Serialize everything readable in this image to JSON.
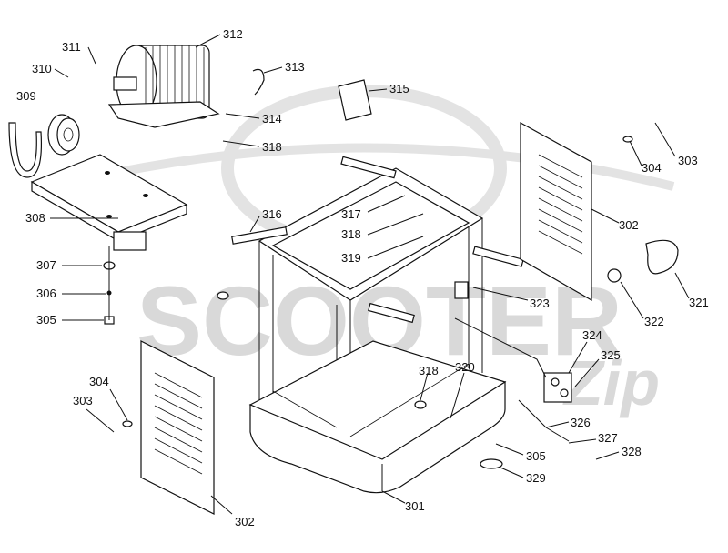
{
  "watermark": {
    "text": "SCOOTER",
    "script": "Zip"
  },
  "callouts": [
    {
      "id": "c311",
      "text": "311"
    },
    {
      "id": "c312",
      "text": "312"
    },
    {
      "id": "c310",
      "text": "310"
    },
    {
      "id": "c313",
      "text": "313"
    },
    {
      "id": "c309",
      "text": "309"
    },
    {
      "id": "c315",
      "text": "315"
    },
    {
      "id": "c314",
      "text": "314"
    },
    {
      "id": "c318a",
      "text": "318"
    },
    {
      "id": "c303a",
      "text": "303"
    },
    {
      "id": "c304a",
      "text": "304"
    },
    {
      "id": "c308",
      "text": "308"
    },
    {
      "id": "c316",
      "text": "316"
    },
    {
      "id": "c317",
      "text": "317"
    },
    {
      "id": "c318b",
      "text": "318"
    },
    {
      "id": "c302a",
      "text": "302"
    },
    {
      "id": "c319",
      "text": "319"
    },
    {
      "id": "c307",
      "text": "307"
    },
    {
      "id": "c321",
      "text": "321"
    },
    {
      "id": "c306",
      "text": "306"
    },
    {
      "id": "c323",
      "text": "323"
    },
    {
      "id": "c322",
      "text": "322"
    },
    {
      "id": "c305a",
      "text": "305"
    },
    {
      "id": "c324",
      "text": "324"
    },
    {
      "id": "c325",
      "text": "325"
    },
    {
      "id": "c304b",
      "text": "304"
    },
    {
      "id": "c318c",
      "text": "318"
    },
    {
      "id": "c320",
      "text": "320"
    },
    {
      "id": "c303b",
      "text": "303"
    },
    {
      "id": "c326",
      "text": "326"
    },
    {
      "id": "c327",
      "text": "327"
    },
    {
      "id": "c305b",
      "text": "305"
    },
    {
      "id": "c328",
      "text": "328"
    },
    {
      "id": "c329",
      "text": "329"
    },
    {
      "id": "c302b",
      "text": "302"
    },
    {
      "id": "c301",
      "text": "301"
    }
  ]
}
